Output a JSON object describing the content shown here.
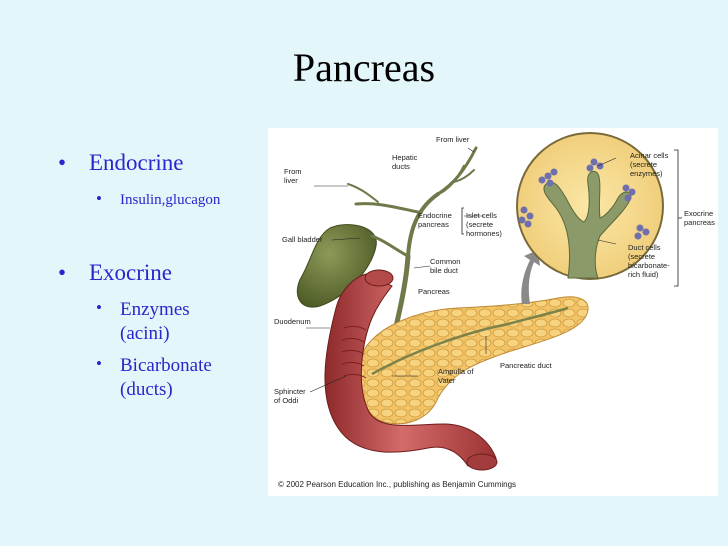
{
  "slide": {
    "title": "Pancreas",
    "bullets": [
      {
        "label": "Endocrine",
        "sub": [
          "Insulin,glucagon"
        ]
      },
      {
        "label": "Exocrine",
        "sub": [
          "Enzymes (acini)",
          "Bicarbonate (ducts)"
        ]
      }
    ],
    "sub_lines": {
      "s1": "Insulin,glucagon",
      "s2a": "Enzymes",
      "s2b": "(acini)",
      "s3a": "Bicarbonate",
      "s3b": "(ducts)"
    }
  },
  "figure": {
    "labels": {
      "from_liver_top": "From liver",
      "hepatic_ducts_1": "Hepatic",
      "hepatic_ducts_2": "ducts",
      "from_liver_left_1": "From",
      "from_liver_left_2": "liver",
      "gall_bladder": "Gall bladder",
      "endocrine_1": "Endocrine",
      "endocrine_2": "pancreas",
      "islet_1": "Islet cells",
      "islet_2": "(secrete",
      "islet_3": "hormones)",
      "common_bile_1": "Common",
      "common_bile_2": "bile duct",
      "acinar_1": "Acinar cells",
      "acinar_2": "(secrete",
      "acinar_3": "enzymes)",
      "exocrine_1": "Exocrine",
      "exocrine_2": "pancreas",
      "duct_1": "Duct cells",
      "duct_2": "(secrete",
      "duct_3": "bicarbonate-",
      "duct_4": "rich fluid)",
      "pancreas": "Pancreas",
      "duodenum": "Duodenum",
      "pancreatic_duct": "Pancreatic duct",
      "ampulla_1": "Ampulla of",
      "ampulla_2": "Vater",
      "sphincter_1": "Sphincter",
      "sphincter_2": "of Oddi"
    },
    "copyright": "© 2002 Pearson Education Inc., publishing as Benjamin Cummings"
  }
}
